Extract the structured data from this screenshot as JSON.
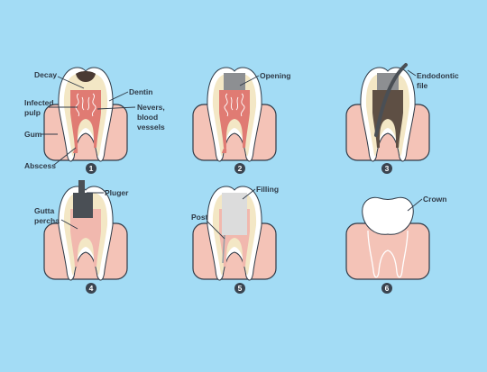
{
  "steps": [
    {
      "number": "1"
    },
    {
      "number": "2"
    },
    {
      "number": "3"
    },
    {
      "number": "4"
    },
    {
      "number": "5"
    },
    {
      "number": "6"
    }
  ],
  "labels": {
    "decay": "Decay",
    "dentin": "Dentin",
    "infected_pulp_1": "Infected",
    "infected_pulp_2": "pulp",
    "nerves_1": "Nevers,",
    "nerves_2": "blood",
    "nerves_3": "vessels",
    "gum": "Gum",
    "abscess": "Abscess",
    "opening": "Opening",
    "endodontic_1": "Endodontic",
    "endodontic_2": "file",
    "pluger": "Pluger",
    "gutta_1": "Gutta",
    "gutta_2": "percha",
    "filling": "Filling",
    "post": "Post",
    "crown": "Crown"
  },
  "colors": {
    "background": "#a3dcf5",
    "gum": "#f4c3b7",
    "gum_edge": "#2f3a47",
    "enamel": "#ffffff",
    "dentin": "#f3e7c5",
    "pulp": "#e07b73",
    "decay": "#4a3a33",
    "instrument": "#4a4f55",
    "filling": "#dcdcdc",
    "badge": "#3a4450"
  }
}
